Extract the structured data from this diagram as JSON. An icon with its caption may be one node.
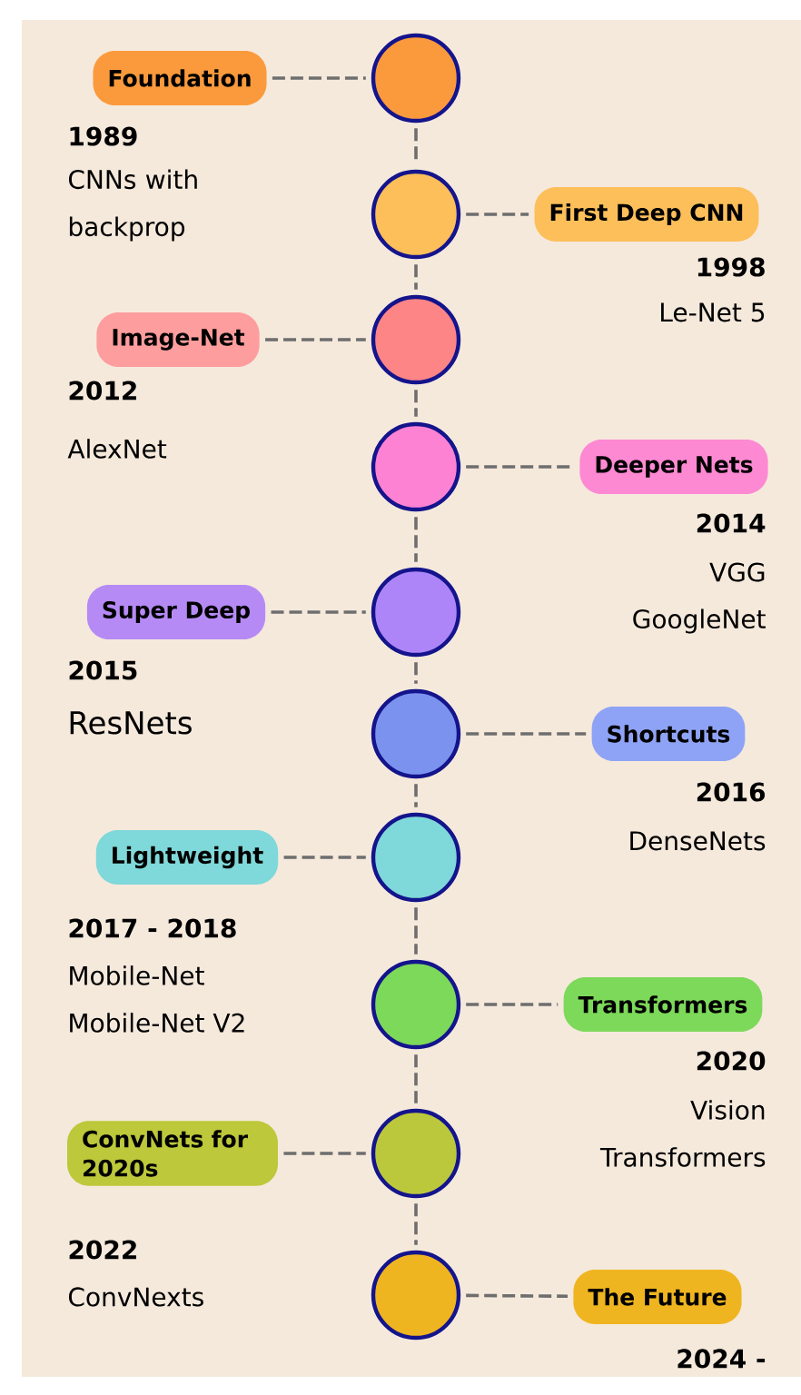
{
  "diagram": {
    "nodes": [
      {
        "text": [
          "Foundation"
        ],
        "beside": [
          "1989",
          "CNNs with backprop"
        ]
      },
      {
        "text": [],
        "shape": "circle"
      },
      {
        "text": [],
        "shape": "circle"
      },
      {
        "text": [
          "First Deep CNN"
        ],
        "beside": [
          "1998",
          "Le-Net 5"
        ]
      },
      {
        "text": [
          "Image-Net"
        ],
        "beside": [
          "2012",
          "AlexNet"
        ]
      },
      {
        "text": [],
        "shape": "circle"
      },
      {
        "text": [],
        "shape": "circle"
      },
      {
        "text": [
          "Deeper Nets"
        ],
        "beside": [
          "2014",
          "VGG",
          "GoogleNet"
        ]
      },
      {
        "text": [
          "Super Deep"
        ],
        "beside": [
          "2015",
          "ResNets"
        ]
      },
      {
        "text": [],
        "shape": "circle"
      },
      {
        "text": [],
        "shape": "circle"
      },
      {
        "text": [
          "Shortcuts"
        ],
        "beside": [
          "2016",
          "DenseNets"
        ]
      },
      {
        "text": [
          "Lightweight"
        ],
        "beside": [
          "2017 - 2018",
          "Mobile-Net",
          "Mobile-Net V2"
        ]
      },
      {
        "text": [],
        "shape": "circle"
      },
      {
        "text": [],
        "shape": "circle"
      },
      {
        "text": [
          "Transformers"
        ],
        "beside": [
          "2020",
          "Vision Transformers"
        ]
      },
      {
        "text": [
          "ConvNets for 2020s"
        ],
        "beside": [
          "2022",
          "ConvNexts"
        ]
      },
      {
        "text": [],
        "shape": "circle"
      },
      {
        "text": [],
        "shape": "circle"
      },
      {
        "text": [
          "The Future"
        ],
        "beside": [
          "2024 -"
        ]
      }
    ],
    "edges": [
      {
        "from": 0,
        "to": 1,
        "arrow": "none",
        "style": "dashed"
      },
      {
        "from": 1,
        "to": 2,
        "arrow": "none",
        "style": "dashed"
      },
      {
        "from": 2,
        "to": 3,
        "arrow": "none",
        "style": "dashed"
      },
      {
        "from": 4,
        "to": 5,
        "arrow": "none",
        "style": "dashed"
      },
      {
        "from": 2,
        "to": 5,
        "arrow": "none",
        "style": "dashed"
      },
      {
        "from": 5,
        "to": 6,
        "arrow": "none",
        "style": "dashed"
      },
      {
        "from": 6,
        "to": 7,
        "arrow": "none",
        "style": "dashed"
      },
      {
        "from": 8,
        "to": 9,
        "arrow": "none",
        "style": "dashed"
      },
      {
        "from": 6,
        "to": 9,
        "arrow": "none",
        "style": "dashed"
      },
      {
        "from": 9,
        "to": 10,
        "arrow": "none",
        "style": "dashed"
      },
      {
        "from": 10,
        "to": 11,
        "arrow": "none",
        "style": "dashed"
      },
      {
        "from": 12,
        "to": 13,
        "arrow": "none",
        "style": "dashed"
      },
      {
        "from": 10,
        "to": 13,
        "arrow": "none",
        "style": "dashed"
      },
      {
        "from": 13,
        "to": 14,
        "arrow": "none",
        "style": "dashed"
      },
      {
        "from": 14,
        "to": 15,
        "arrow": "none",
        "style": "dashed"
      },
      {
        "from": 16,
        "to": 17,
        "arrow": "none",
        "style": "dashed"
      },
      {
        "from": 14,
        "to": 17,
        "arrow": "none",
        "style": "dashed"
      },
      {
        "from": 17,
        "to": 18,
        "arrow": "none",
        "style": "dashed"
      },
      {
        "from": 18,
        "to": 19,
        "arrow": "none",
        "style": "dashed"
      }
    ]
  }
}
